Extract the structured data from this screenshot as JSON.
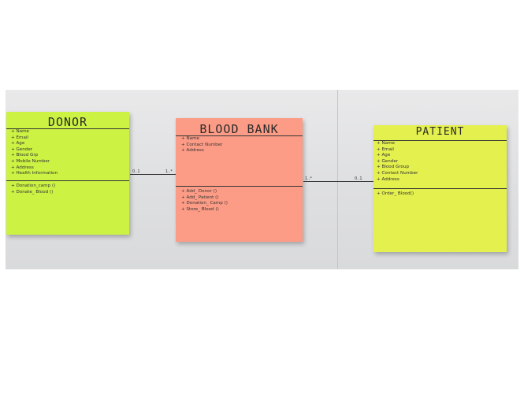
{
  "diagram": {
    "classes": {
      "donor": {
        "name": "DONOR",
        "attributes": [
          "+ Name",
          "+ Email",
          "+ Age",
          "+ Gender",
          "+ Blood Grp",
          "+ Mobile Number",
          "+ Address",
          "+ Health Information"
        ],
        "methods": [
          "+ Donation_camp ()",
          "+ Donate_ Blood ()"
        ],
        "color": "#ccf243"
      },
      "blood_bank": {
        "name": "BLOOD BANK",
        "attributes": [
          "+ Name",
          "+ Contact Number",
          "+ Address"
        ],
        "methods": [
          "+ Add_ Donor ()",
          "+ Add_ Patient ()",
          "+ Donation_ Camp ()",
          "+ Store_ Blood ()"
        ],
        "color": "#fd9c86"
      },
      "patient": {
        "name": "PATIENT",
        "attributes": [
          "+ Name",
          "+ Email",
          "+ Age",
          "+ Gender",
          "+ Blood Group",
          "+ Contact Number",
          "+ Address"
        ],
        "methods": [
          "+ Order_ Blood()"
        ],
        "color": "#e4f04d"
      }
    },
    "associations": {
      "donor_bank": {
        "from": "DONOR",
        "to": "BLOOD BANK",
        "from_multiplicity": "0..1",
        "to_multiplicity": "1..*"
      },
      "bank_patient": {
        "from": "BLOOD BANK",
        "to": "PATIENT",
        "from_multiplicity": "1..*",
        "to_multiplicity": "0..1"
      }
    }
  }
}
